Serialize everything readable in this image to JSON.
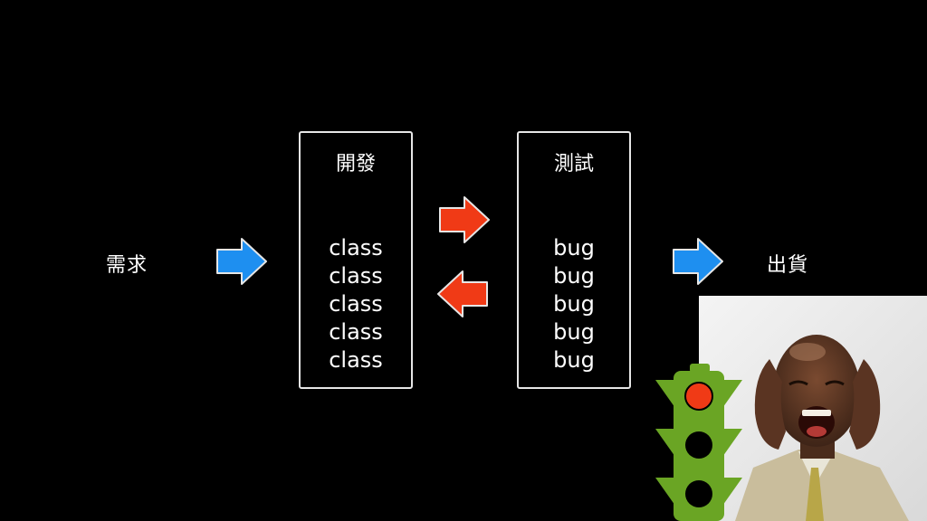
{
  "requirement_label": "需求",
  "shipping_label": "出貨",
  "development": {
    "title": "開發",
    "items": [
      "class",
      "class",
      "class",
      "class",
      "class"
    ]
  },
  "testing": {
    "title": "測試",
    "items": [
      "bug",
      "bug",
      "bug",
      "bug",
      "bug"
    ]
  },
  "colors": {
    "forward_arrow": "#1e8ff0",
    "feedback_arrow": "#f03a16",
    "traffic_light_body": "#6aa524",
    "red_light": "#f03a16",
    "box_border": "#e6e6e6"
  }
}
